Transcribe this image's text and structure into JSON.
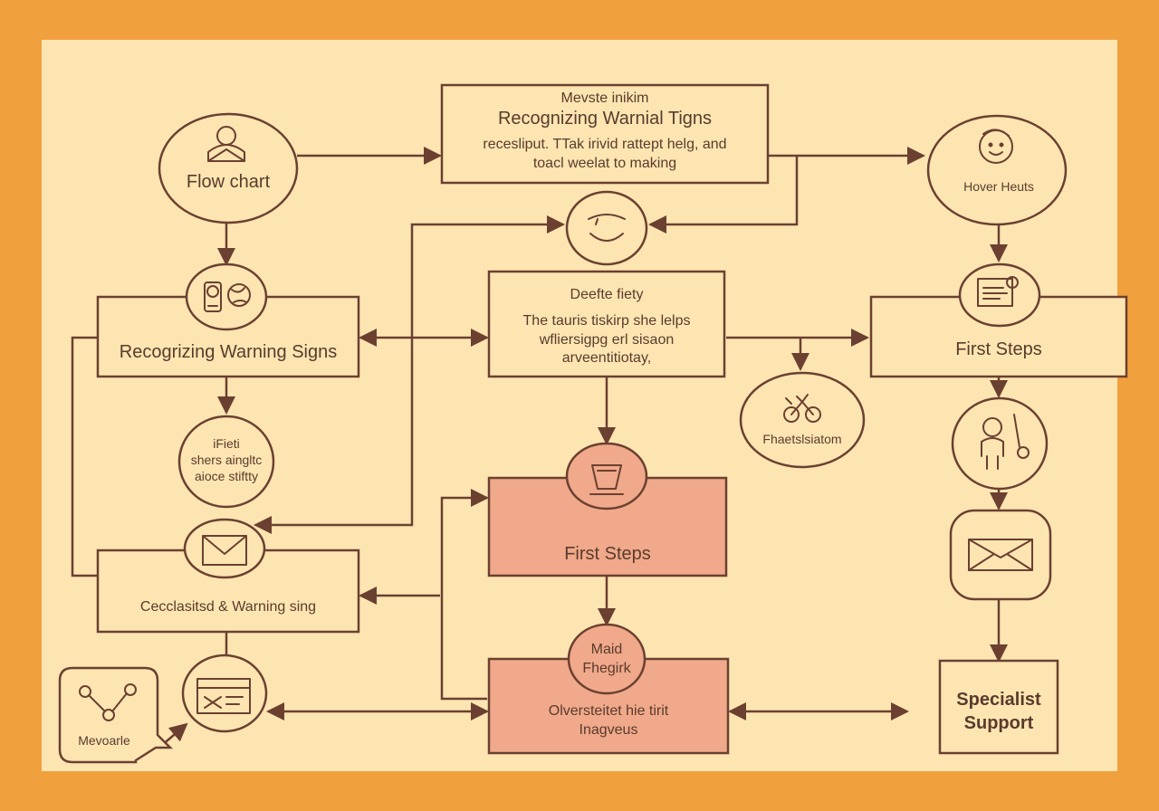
{
  "colors": {
    "frame": "#f0a03c",
    "background": "#fde5b2",
    "node_fill": "#fde5b2",
    "highlight_fill": "#f0a98a",
    "stroke": "#6b4030",
    "text": "#5a3b2c"
  },
  "nodes": {
    "start": {
      "label": "Flow chart",
      "icon": "person-icon"
    },
    "top_box": {
      "title": "Mevste inikim",
      "subtitle": "Recognizing Warnial Tigns",
      "body": "recesliput. TTak irivid rattept helg, and\ntoacl weelat to making"
    },
    "smile": {
      "icon": "smile-icon"
    },
    "hover": {
      "label": "Hover Heuts",
      "icon": "baby-face-icon"
    },
    "warn_icon": {
      "icon": "clock-globe-icon"
    },
    "warning_box": {
      "label": "Recogrizing Warning Signs"
    },
    "define_box": {
      "title": "Deefte fiety",
      "body": "The tauris tiskirp she lelps\nwfliersigpg erl sisaon\narveentitiotay,"
    },
    "doc_icon": {
      "icon": "document-icon"
    },
    "first_steps_right": {
      "label": "First Steps"
    },
    "small_circle": {
      "label": "iFieti\nshers aingltc\naioce stiftty"
    },
    "network_circle": {
      "label": "Fhaetslsiatom",
      "icon": "network-icon"
    },
    "cup_icon": {
      "icon": "cup-icon"
    },
    "first_steps_center": {
      "label": "First Steps"
    },
    "professional_icon": {
      "icon": "professional-icon"
    },
    "mail_left": {
      "icon": "mail-icon"
    },
    "checklist_box": {
      "label": "Cecclasitsd & Warning sing"
    },
    "mail_right": {
      "icon": "mail-icon"
    },
    "share_box": {
      "label": "Mevoarle",
      "icon": "share-icon"
    },
    "screen_icon": {
      "icon": "screen-icon"
    },
    "maid_circle": {
      "label": "Maid\nFhegirk"
    },
    "overview_box": {
      "label": "Olversteitet hie tirit\nInagveus"
    },
    "specialist_box": {
      "label": "Specialist\nSupport"
    }
  }
}
